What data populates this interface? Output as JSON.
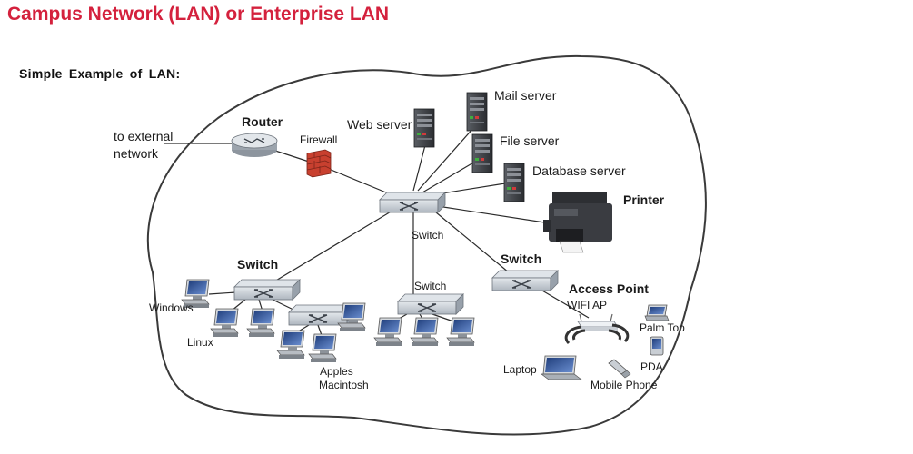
{
  "title": "Campus Network (LAN) or Enterprise LAN",
  "subtitle": "Simple Example of LAN:",
  "labels": {
    "external": [
      "to external",
      "network"
    ],
    "router": "Router",
    "firewall": "Firewall",
    "web_server": "Web server",
    "mail_server": "Mail server",
    "file_server": "File server",
    "database_server": "Database server",
    "printer": "Printer",
    "switch_center": "Switch",
    "switch_left": "Switch",
    "switch_mid": "Switch",
    "switch_right": "Switch",
    "access_point": "Access Point",
    "wifi_ap": "WIFI AP",
    "windows": "Windows",
    "linux": "Linux",
    "apples": [
      "Apples",
      "Macintosh"
    ],
    "palm_top": "Palm Top",
    "pda": "PDA",
    "laptop": "Laptop",
    "mobile_phone": "Mobile Phone"
  },
  "colors": {
    "title": "#d4213d",
    "switch": "#b9c0c8",
    "server": "#3c3f44",
    "firewall": "#c8402f"
  }
}
